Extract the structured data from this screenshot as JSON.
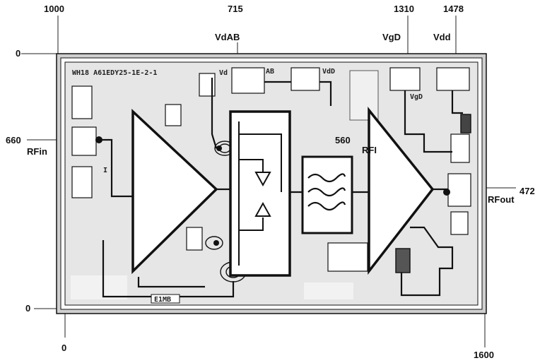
{
  "coords": {
    "top_left_x": "1000",
    "top_vdab_x": "715",
    "top_vgd_x": "1310",
    "top_vdd_x": "1478",
    "left_top_y": "0",
    "left_rfin_y": "660",
    "left_bottom_y": "0",
    "bottom_left_x": "0",
    "bottom_right_x": "1600",
    "right_rfout_y": "472",
    "rfi_y": "560"
  },
  "pads": {
    "vdab": "VdAB",
    "vgd": "VgD",
    "vdd": "Vdd",
    "rfin": "RFin",
    "rfout": "RFout",
    "rfi": "RFI"
  },
  "chip": {
    "marking": "WH18 A61EDY25-1E-2-1",
    "label_vd": "Vd",
    "label_ab": "AB",
    "label_vdd_small": "VdD",
    "label_vgd_small": "VgD",
    "label_i": "I",
    "label_bottom": "E1MB"
  },
  "colors": {
    "chip_bg": "#e6e6e6",
    "outline": "#111111",
    "frame": "#cfcfcf"
  }
}
